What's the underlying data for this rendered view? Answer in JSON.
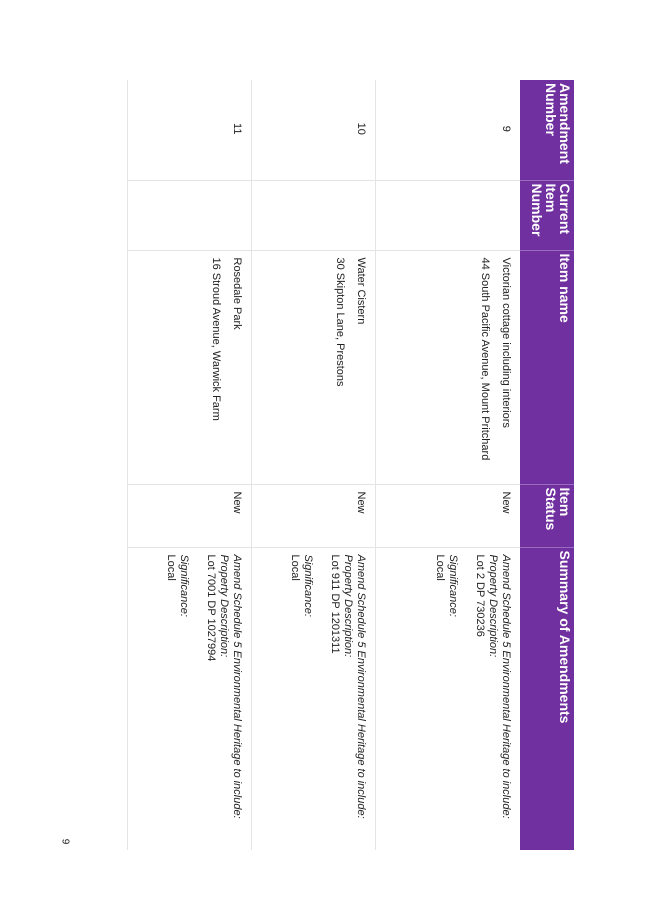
{
  "headers": {
    "amendment_number": "Amendment Number",
    "current_item_number": "Current Item Number",
    "item_name": "Item name",
    "item_status": "Item Status",
    "summary": "Summary of Amendments"
  },
  "rows": [
    {
      "amendment_number": "9",
      "current_item_number": "",
      "item_name": "Victorian cottage including interiors",
      "address": "44 South Pacific Avenue, Mount Pritchard",
      "status": "New",
      "summary_intro": "Amend Schedule 5 Environmental Heritage to include:",
      "property_label": "Property Description:",
      "property_value": "Lot 2 DP 730236",
      "significance_label": "Significance:",
      "significance_value": "Local"
    },
    {
      "amendment_number": "10",
      "current_item_number": "",
      "item_name": "Water Cistern",
      "address": "30 Skipton Lane, Prestons",
      "status": "New",
      "summary_intro": "Amend Schedule 5 Environmental Heritage to include:",
      "property_label": "Property Description:",
      "property_value": "Lot 911 DP 1201311",
      "significance_label": "Significance:",
      "significance_value": "Local"
    },
    {
      "amendment_number": "11",
      "current_item_number": "",
      "item_name": "Rosedale Park",
      "address": "16 Stroud Avenue, Warwick Farm",
      "status": "New",
      "summary_intro": "Amend Schedule 5 Environmental Heritage to include:",
      "property_label": "Property Description:",
      "property_value": "Lot 7001 DP 1027994",
      "significance_label": "Significance:",
      "significance_value": "Local"
    }
  ],
  "page_number": "9"
}
